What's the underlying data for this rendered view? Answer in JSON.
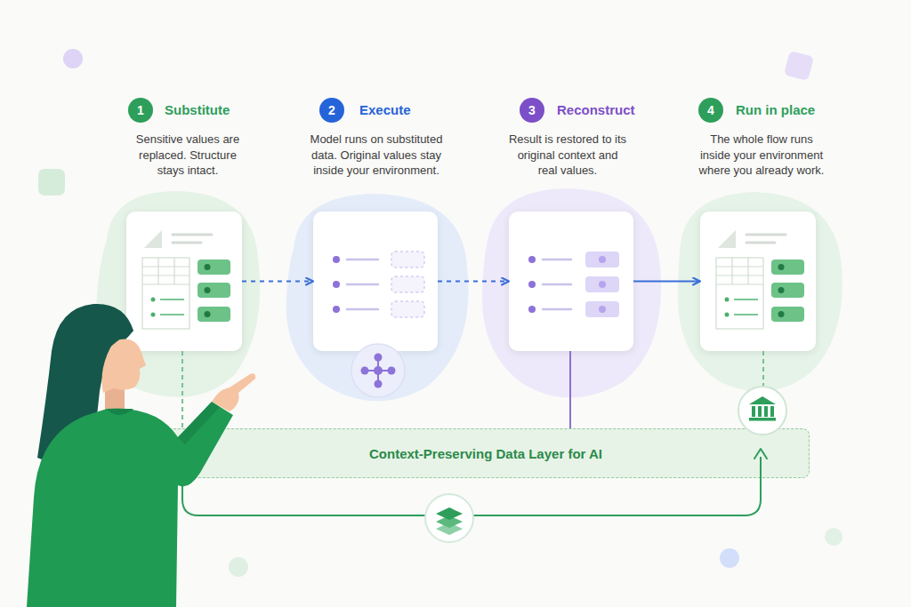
{
  "diagram": {
    "nodes": [
      {
        "text": [
          "Substitute",
          "Sensitive values are replaced. Structure stays intact."
        ]
      },
      {
        "text": [
          "Execute",
          "Model runs on substituted data. Original values stay inside your environment."
        ]
      },
      {
        "text": [
          "Reconstruct",
          "Result is restored to its original context and real values."
        ]
      },
      {
        "text": [
          "Run in place",
          "The whole flow runs inside your environment where you already work."
        ]
      },
      {
        "text": [
          "Context-Preserving Data Layer for AI"
        ]
      }
    ],
    "edges": [
      {
        "from": 0,
        "to": 1,
        "arrow": "to"
      },
      {
        "from": 1,
        "to": 2,
        "arrow": "to"
      },
      {
        "from": 2,
        "to": 3,
        "arrow": "to"
      },
      {
        "from": 0,
        "to": 4,
        "arrow": "none"
      },
      {
        "from": 2,
        "to": 4,
        "arrow": "none"
      },
      {
        "from": 3,
        "to": 4,
        "arrow": "none"
      }
    ],
    "labels": [
      "1",
      "2",
      "3",
      "4"
    ]
  }
}
